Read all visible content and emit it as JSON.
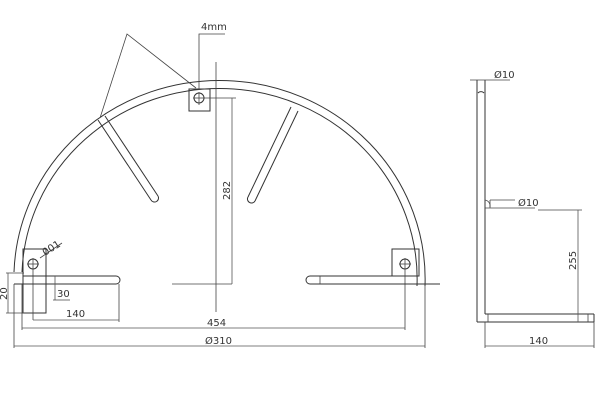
{
  "drawing": {
    "title": "Semi-circular wall bracket technical drawing",
    "front_view": {
      "labels": {
        "plate_thickness": "4mm",
        "height": "282",
        "hole_dia": "001",
        "flange_height": "20",
        "slot_offset": "30",
        "arm_length": "140",
        "inner_width": "454",
        "outer_dia": "Ø310"
      }
    },
    "side_view": {
      "labels": {
        "rod_dia_top": "Ø10",
        "rod_dia_bend": "Ø10",
        "height": "255",
        "depth": "140"
      }
    },
    "colors": {
      "line": "#333333",
      "background": "#ffffff"
    }
  }
}
